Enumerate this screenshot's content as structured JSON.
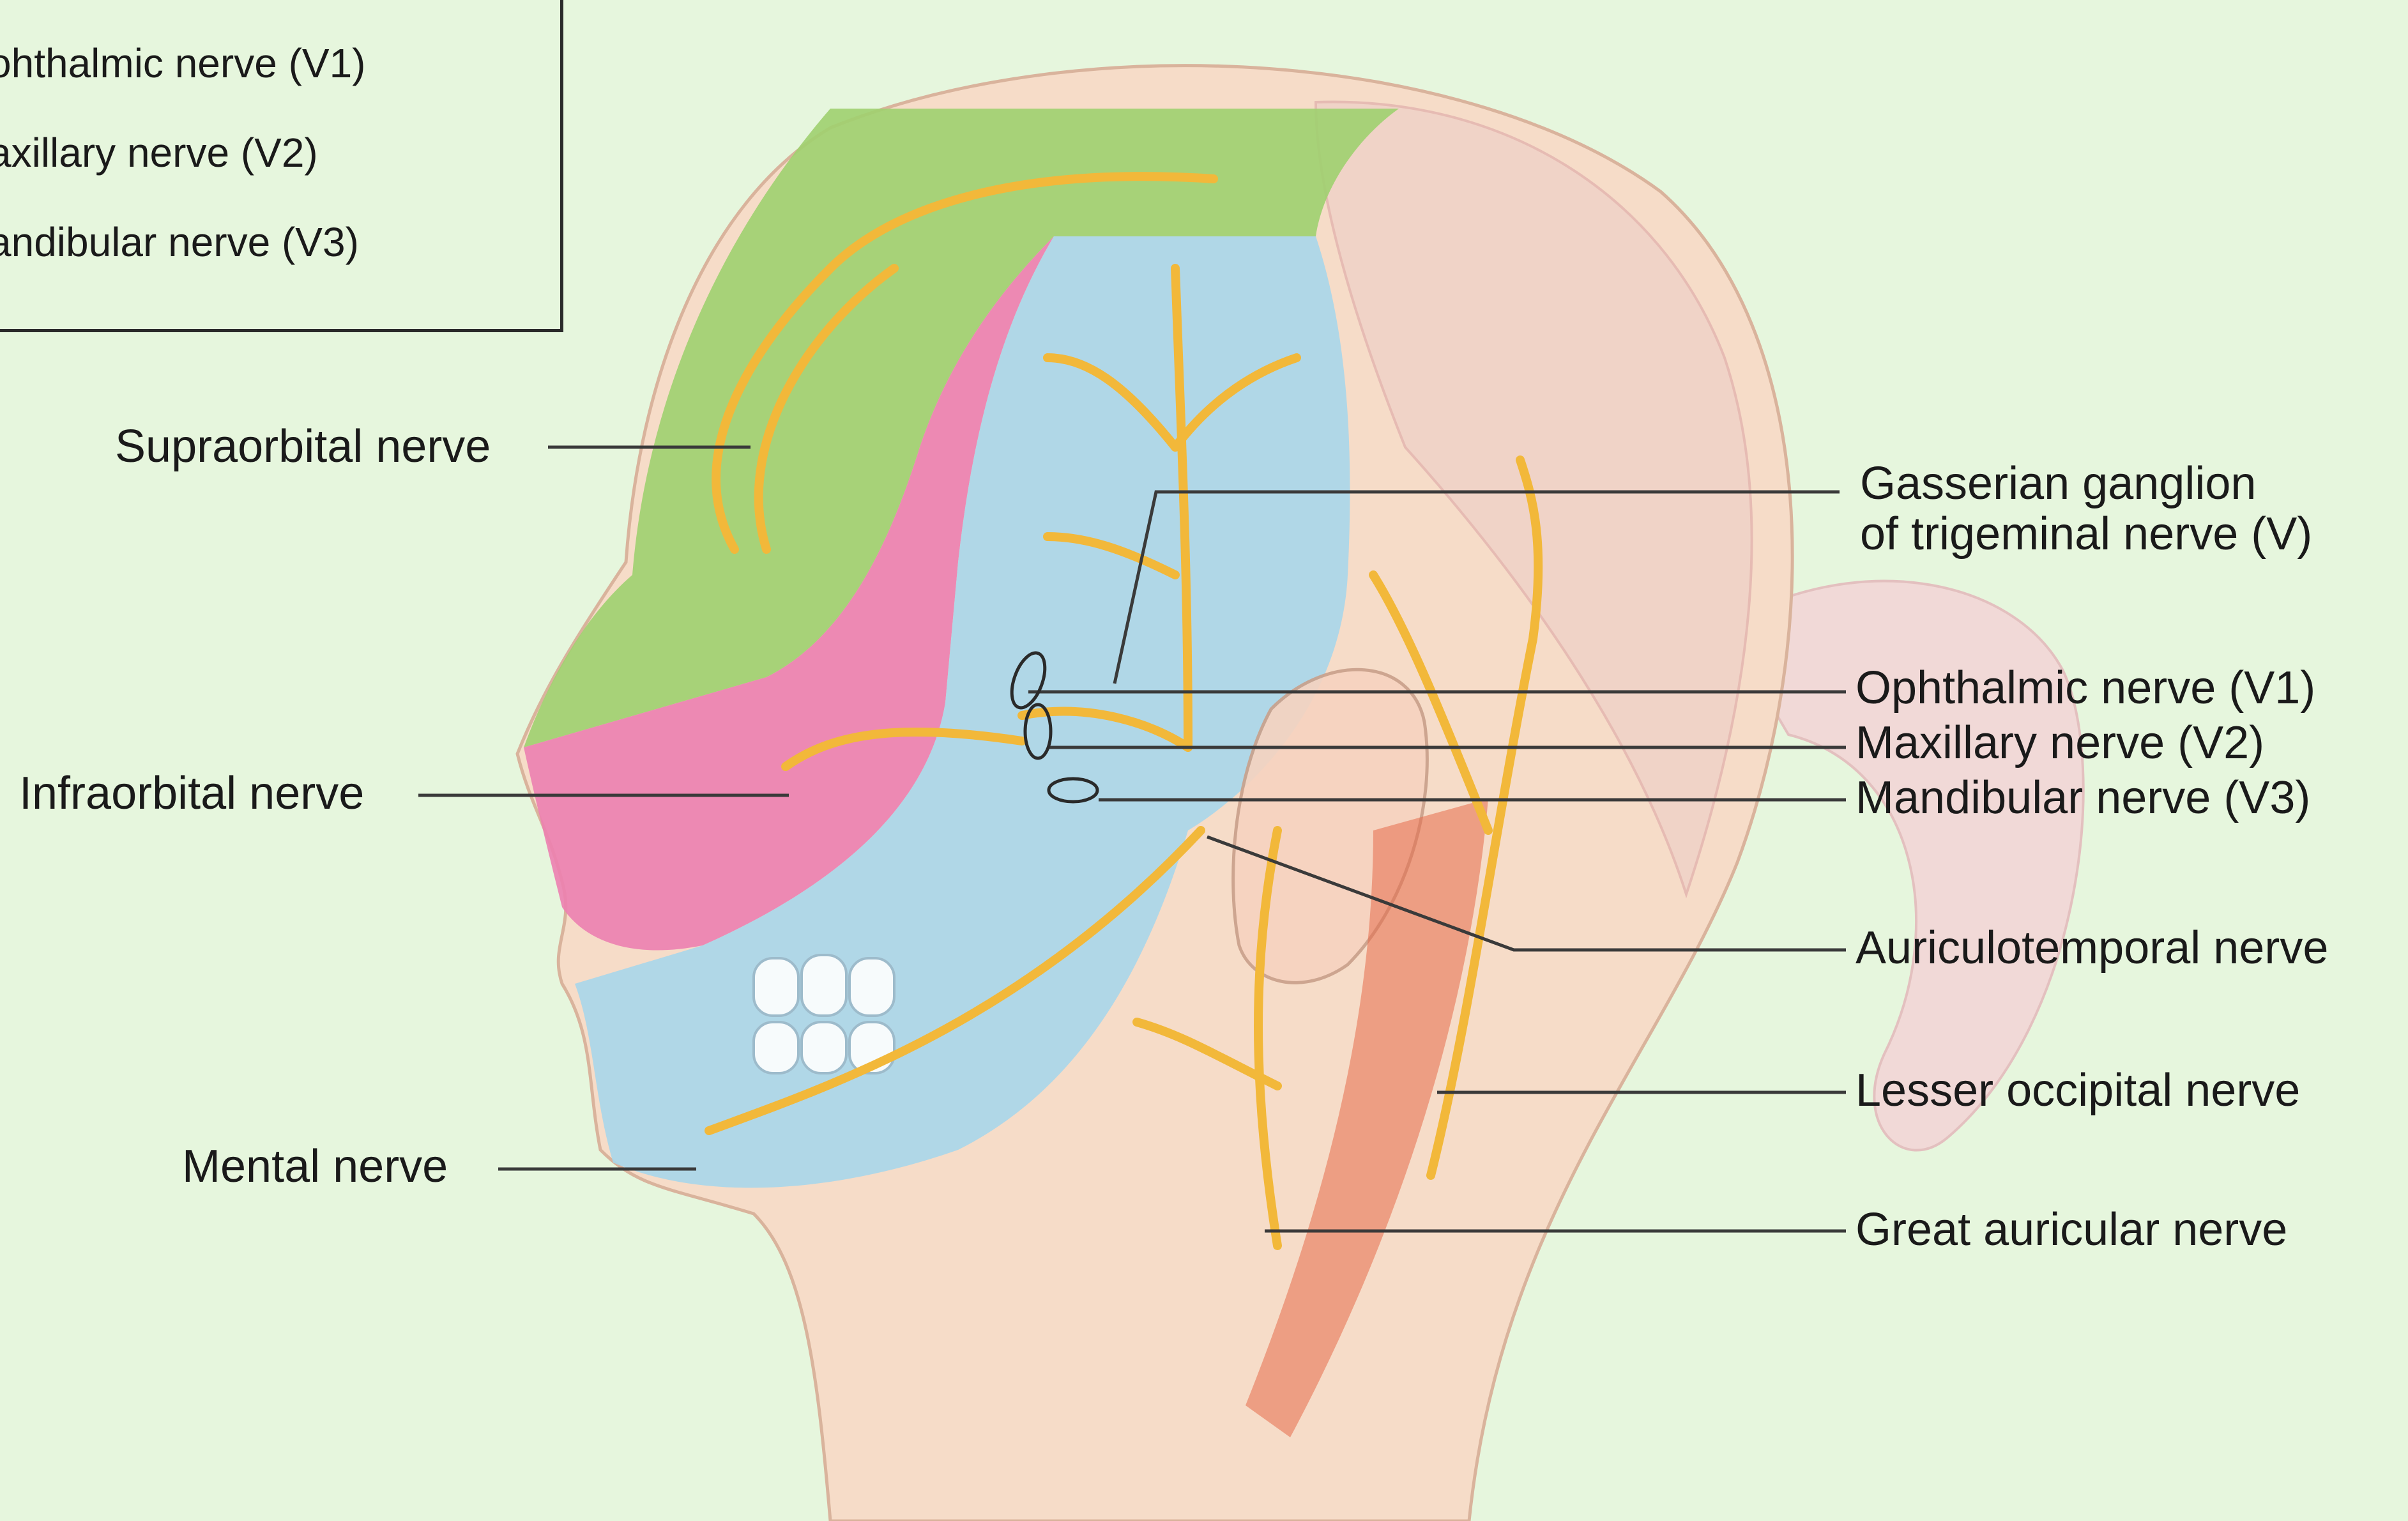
{
  "colors": {
    "background": "#e6f6dd",
    "v1_region": "#9fd06f",
    "v2_region": "#ec7fb0",
    "v3_region": "#a9d6ea",
    "nerve": "#f2b83a",
    "skin": "#f6dcc8",
    "hair": "#f2c9cc",
    "muscle": "#e66c4a"
  },
  "legend": {
    "items": [
      {
        "label": "ohthalmic nerve (V1)"
      },
      {
        "label": "axillary nerve (V2)"
      },
      {
        "label": "andibular nerve (V3)"
      }
    ]
  },
  "labels": {
    "supraorbital": "Supraorbital nerve",
    "infraorbital": "Infraorbital nerve",
    "mental": "Mental nerve",
    "gasserian_line1": "Gasserian ganglion",
    "gasserian_line2": "of trigeminal nerve (V)",
    "ophthalmic": "Ophthalmic nerve (V1)",
    "maxillary": "Maxillary nerve (V2)",
    "mandibular": "Mandibular nerve (V3)",
    "auriculotemporal": "Auriculotemporal nerve",
    "lesser_occipital": "Lesser occipital nerve",
    "great_auricular": "Great auricular nerve"
  }
}
